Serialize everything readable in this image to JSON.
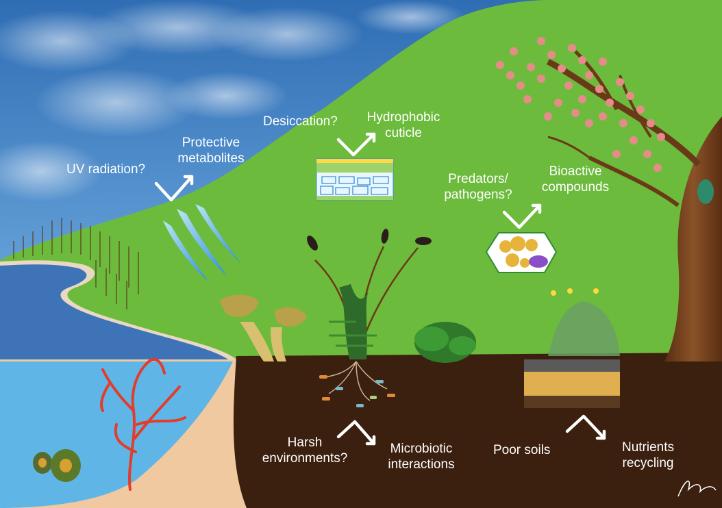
{
  "labels": {
    "uv_question": "UV radiation?",
    "uv_answer": "Protective metabolites",
    "desiccation_question": "Desiccation?",
    "desiccation_answer": "Hydrophobic cuticle",
    "predators_question": "Predators/ pathogens?",
    "predators_answer": "Bioactive compounds",
    "harsh_question": "Harsh environments?",
    "harsh_answer": "Microbiotic interactions",
    "soils_question": "Poor soils",
    "soils_answer": "Nutrients recycling"
  },
  "colors": {
    "sky": "#5a97d4",
    "grass": "#6cbb3c",
    "soil": "#3b1f0f",
    "sea": "#5fb6e6",
    "lake": "#3f73b8",
    "sand": "#f0c9a0",
    "trunk": "#7a4420",
    "blossom": "#e58c88",
    "red_alga": "#e33c2c",
    "text": "#ffffff"
  },
  "icons": [
    "leaf-cuticle-cross-section-icon",
    "metabolite-cell-icon",
    "uv-beam-icon",
    "soil-profile-icon",
    "artist-signature-mark"
  ]
}
